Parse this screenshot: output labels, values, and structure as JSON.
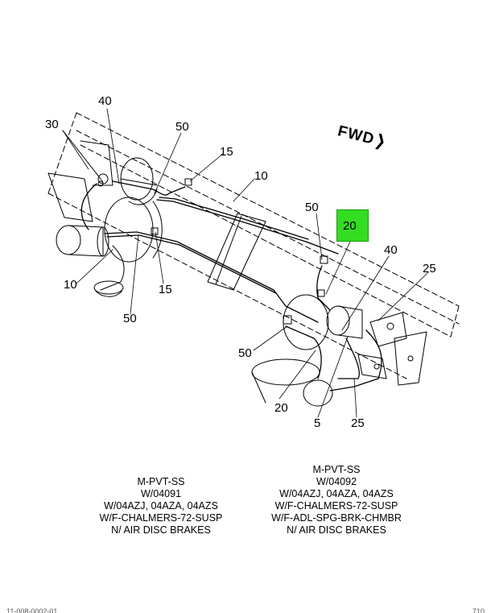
{
  "orientation_label": "FWD",
  "callouts": {
    "c40_top": "40",
    "c30": "30",
    "c50_top": "50",
    "c15_top": "15",
    "c10_top": "10",
    "c10_left": "10",
    "c50_left": "50",
    "c15_mid": "15",
    "c50_right_top": "50",
    "c20_box": "20",
    "c40_right": "40",
    "c25_right": "25",
    "c50_bottom": "50",
    "c20_bottom": "20",
    "c5": "5",
    "c25_bottom": "25"
  },
  "highlight_color": "#33dd22",
  "captions": {
    "left": [
      "M-PVT-SS",
      "W/04091",
      "W/04AZJ, 04AZA, 04AZS",
      "W/F-CHALMERS-72-SUSP",
      "N/ AIR DISC BRAKES"
    ],
    "right": [
      "M-PVT-SS",
      "W/04092",
      "W/04AZJ, 04AZA, 04AZS",
      "W/F-CHALMERS-72-SUSP",
      "W/F-ADL-SPG-BRK-CHMBR",
      "N/ AIR DISC BRAKES"
    ]
  },
  "footer": {
    "left": "11-008-0002-01",
    "right": "710"
  }
}
